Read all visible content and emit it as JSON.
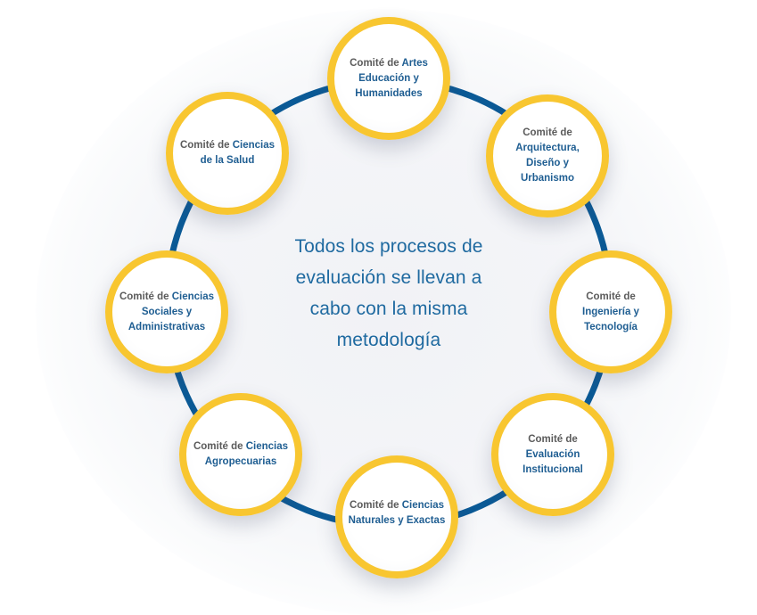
{
  "colors": {
    "ring": "#0b5a96",
    "node_border": "#f8c630",
    "prefix_text": "#5b5b5b",
    "name_text": "#1f5e92",
    "center_text": "#1f6aa0"
  },
  "center": {
    "text": "Todos los procesos de evaluación se llevan a cabo con la misma metodología",
    "lines": [
      "Todos los procesos de",
      "evaluación se llevan a",
      "cabo con la misma",
      "metodología"
    ]
  },
  "nodes": [
    {
      "prefix": "Comité de ",
      "name_inline": "Artes",
      "name_rest": "Educación y Humanidades"
    },
    {
      "prefix": "Comité de",
      "name_inline": "",
      "name_rest": "Arquitectura, Diseño y Urbanismo"
    },
    {
      "prefix": "Comité de",
      "name_inline": "",
      "name_rest": "Ingeniería y Tecnología"
    },
    {
      "prefix": "Comité de",
      "name_inline": "",
      "name_rest": "Evaluación Institucional"
    },
    {
      "prefix": "Comité de ",
      "name_inline": "Ciencias",
      "name_rest": "Naturales y Exactas"
    },
    {
      "prefix": "Comité de ",
      "name_inline": "Ciencias",
      "name_rest": "Agropecuarias"
    },
    {
      "prefix": "Comité de ",
      "name_inline": "Ciencias",
      "name_rest": "Sociales y Administrativas"
    },
    {
      "prefix": "Comité de ",
      "name_inline": "Ciencias",
      "name_rest": "de la Salud"
    }
  ]
}
